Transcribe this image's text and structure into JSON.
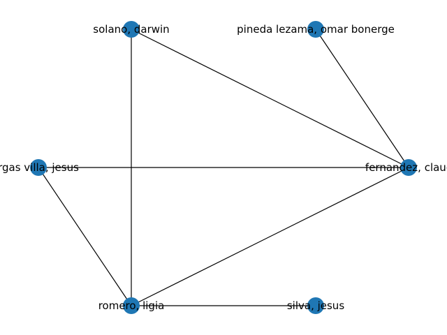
{
  "graph": {
    "node_color": "#1f77b4",
    "edge_color": "#000000",
    "nodes": [
      {
        "id": "solano",
        "label": "solano, darwin"
      },
      {
        "id": "pineda",
        "label": "pineda lezama, omar bonerge"
      },
      {
        "id": "vargas",
        "label": "rgas villa, jesus"
      },
      {
        "id": "fernandez",
        "label": "fernandez, clauc"
      },
      {
        "id": "romero",
        "label": "romero, ligia"
      },
      {
        "id": "silva",
        "label": "silva, jesus"
      }
    ],
    "edges": [
      [
        "solano",
        "fernandez"
      ],
      [
        "solano",
        "romero"
      ],
      [
        "pineda",
        "fernandez"
      ],
      [
        "vargas",
        "fernandez"
      ],
      [
        "vargas",
        "romero"
      ],
      [
        "romero",
        "fernandez"
      ],
      [
        "romero",
        "silva"
      ]
    ]
  }
}
